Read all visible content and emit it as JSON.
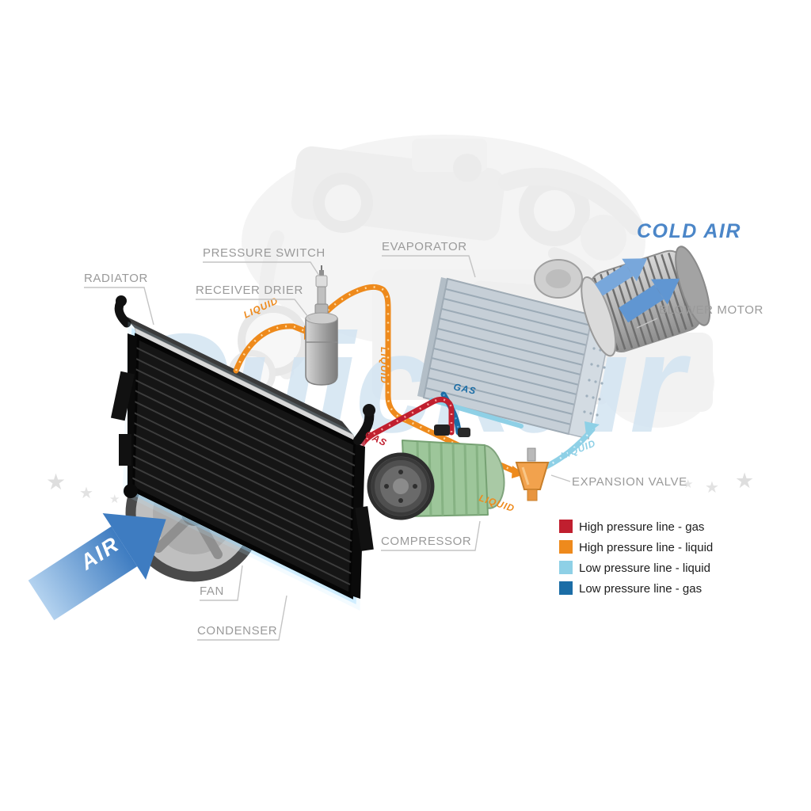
{
  "diagram": {
    "watermark": {
      "text": "Quickair",
      "star": "★"
    },
    "component_labels": {
      "radiator": "RADIATOR",
      "pressure_switch": "PRESSURE SWITCH",
      "receiver_drier": "RECEIVER DRIER",
      "evaporator": "EVAPORATOR",
      "blower_motor": "BLOWER MOTOR",
      "expansion_valve": "EXPANSION VALVE",
      "compressor": "COMPRESSOR",
      "fan": "FAN",
      "condenser": "CONDENSER"
    },
    "airflow_labels": {
      "cold_air": "COLD AIR",
      "air": "AIR"
    },
    "pipe_labels": {
      "liquid_condenser_to_drier": "LIQUID",
      "liquid_drier_vertical": "LIQUID",
      "liquid_to_expansion_valve": "LIQUID",
      "liquid_expansion_to_evaporator": "LIQUID",
      "gas_compressor_to_condenser": "GAS",
      "gas_evaporator_to_compressor": "GAS"
    },
    "legend": {
      "items": [
        {
          "label": "High pressure line - gas",
          "color": "#c01f2f"
        },
        {
          "label": "High pressure line - liquid",
          "color": "#ee8a1c"
        },
        {
          "label": "Low pressure line - liquid",
          "color": "#8ed0e6"
        },
        {
          "label": "Low pressure line -  gas",
          "color": "#1b6da6"
        }
      ]
    },
    "colors": {
      "high_pressure_gas": "#c01f2f",
      "high_pressure_liquid": "#ee8a1c",
      "low_pressure_liquid": "#8ed0e6",
      "low_pressure_gas": "#1b6da6",
      "air_arrow": "#4e86c6",
      "cold_air_text": "#4b86c8",
      "label_text": "#9a9a9a"
    }
  }
}
